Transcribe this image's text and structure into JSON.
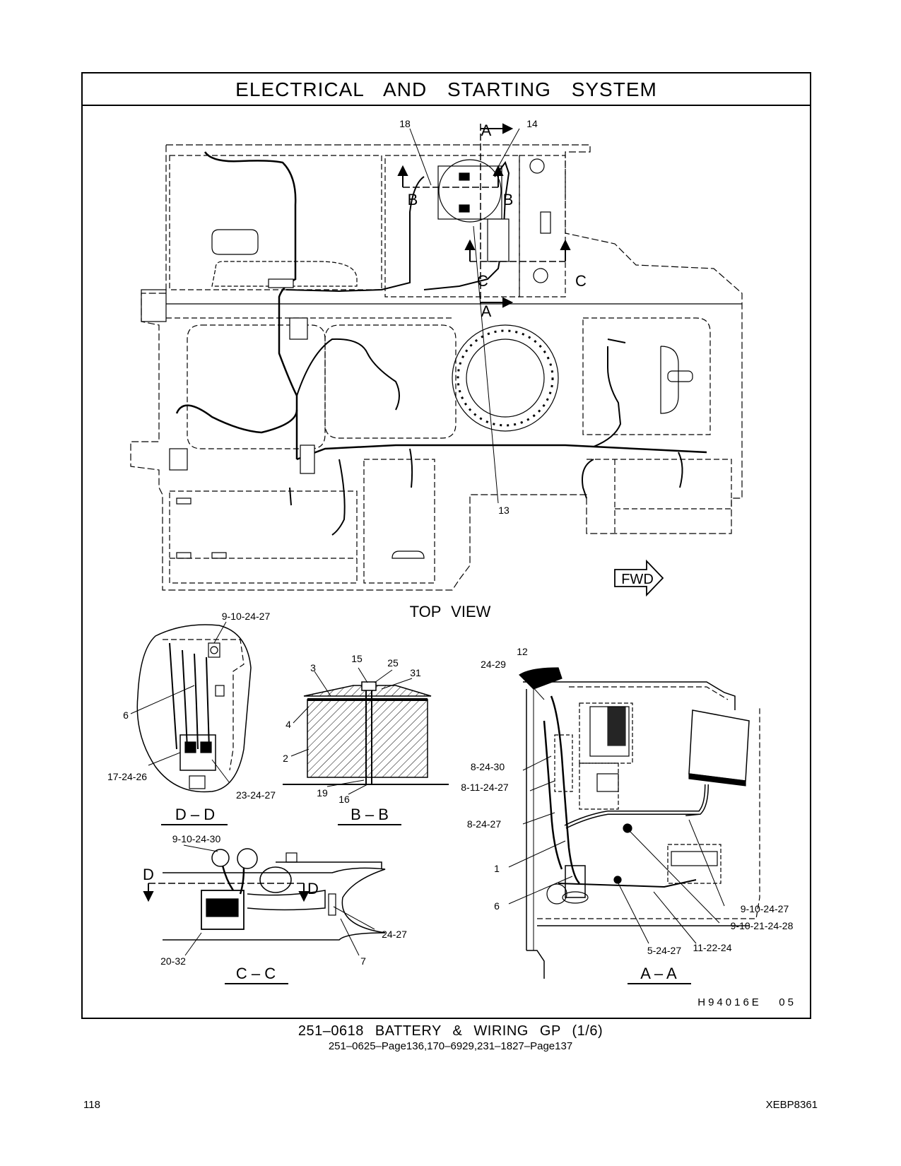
{
  "title": "ELECTRICAL AND STARTING SYSTEM",
  "top_view": {
    "label": "TOP VIEW",
    "fwd": "FWD",
    "callouts": {
      "c18": "18",
      "c14": "14",
      "c13": "13"
    },
    "section_marks": {
      "a": "A",
      "b": "B",
      "c": "C"
    }
  },
  "view_dd": {
    "label": "D – D",
    "callouts": {
      "a": "9-10-24-27",
      "b": "6",
      "c": "17-24-26",
      "d": "23-24-27"
    }
  },
  "view_bb": {
    "label": "B – B",
    "callouts": {
      "c3": "3",
      "c15": "15",
      "c25": "25",
      "c31": "31",
      "c4": "4",
      "c2": "2",
      "c19": "19",
      "c16": "16"
    }
  },
  "view_cc": {
    "label": "C – C",
    "callouts": {
      "a": "9-10-24-30",
      "b": "24-27",
      "c": "20-32",
      "d": "7"
    },
    "section_marks": {
      "d": "D"
    }
  },
  "view_aa": {
    "label": "A – A",
    "callouts": {
      "c12": "12",
      "c2429": "24-29",
      "c82430": "8-24-30",
      "c8112427": "8-11-24-27",
      "c82427": "8-24-27",
      "c1": "1",
      "c6": "6",
      "c9102427": "9-10-24-27",
      "c910212428": "9-10-21-24-28",
      "c52427": "5-24-27",
      "c112224": "11-22-24"
    }
  },
  "illustration_ref": "H94016E   05",
  "caption_main": "251–0618   BATTERY & WIRING GP (1/6)",
  "caption_sub": "251–0625–Page136,170–6929,231–1827–Page137",
  "page_number": "118",
  "doc_number": "XEBP8361"
}
